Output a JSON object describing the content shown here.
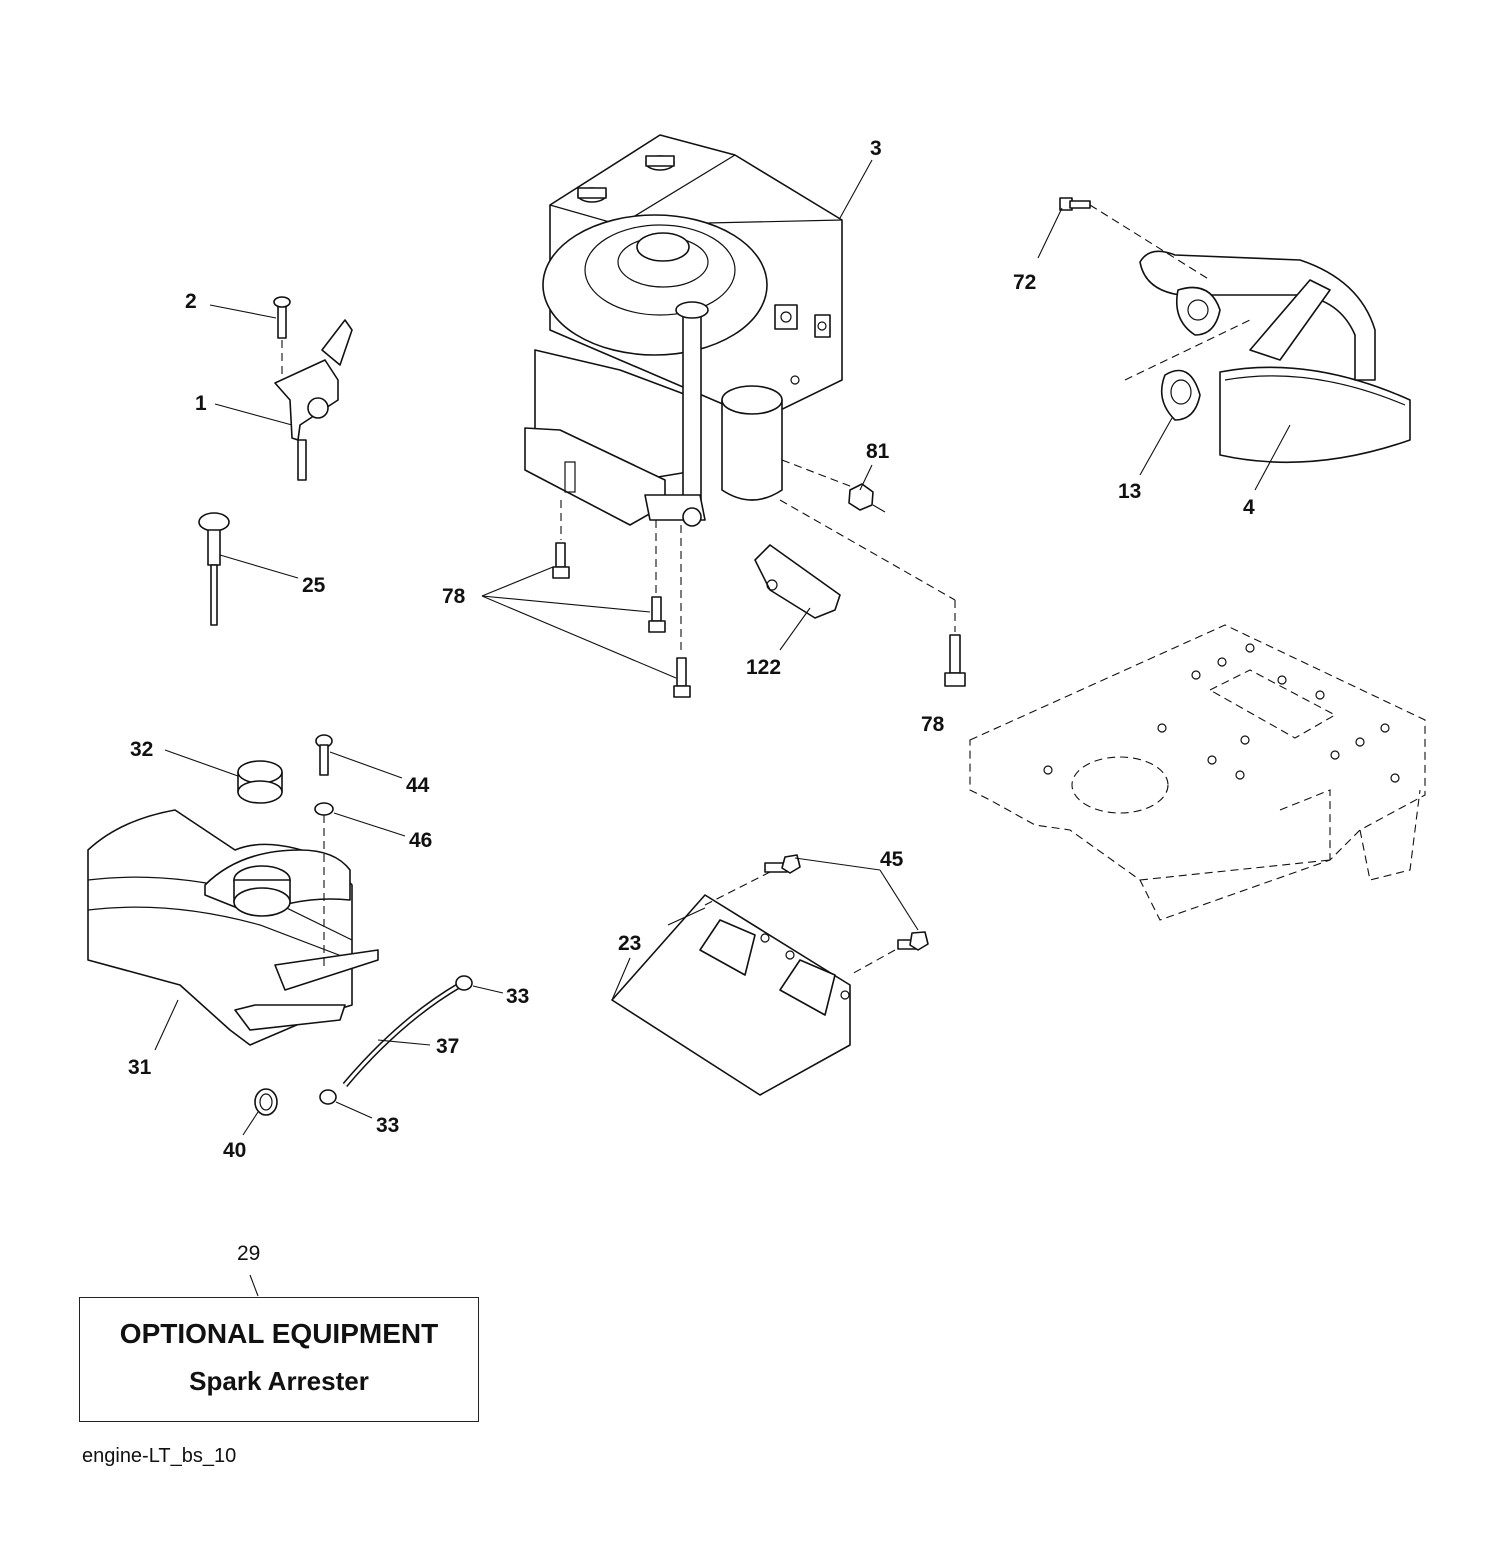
{
  "callouts": {
    "c1": "1",
    "c2": "2",
    "c3": "3",
    "c4": "4",
    "c13": "13",
    "c23": "23",
    "c25": "25",
    "c29": "29",
    "c31": "31",
    "c32": "32",
    "c33a": "33",
    "c33b": "33",
    "c37": "37",
    "c40": "40",
    "c44": "44",
    "c45": "45",
    "c46": "46",
    "c72": "72",
    "c78a": "78",
    "c78b": "78",
    "c81": "81",
    "c122": "122"
  },
  "optional_box": {
    "title": "OPTIONAL EQUIPMENT",
    "subtitle": "Spark Arrester"
  },
  "diagram_code": "engine-LT_bs_10"
}
